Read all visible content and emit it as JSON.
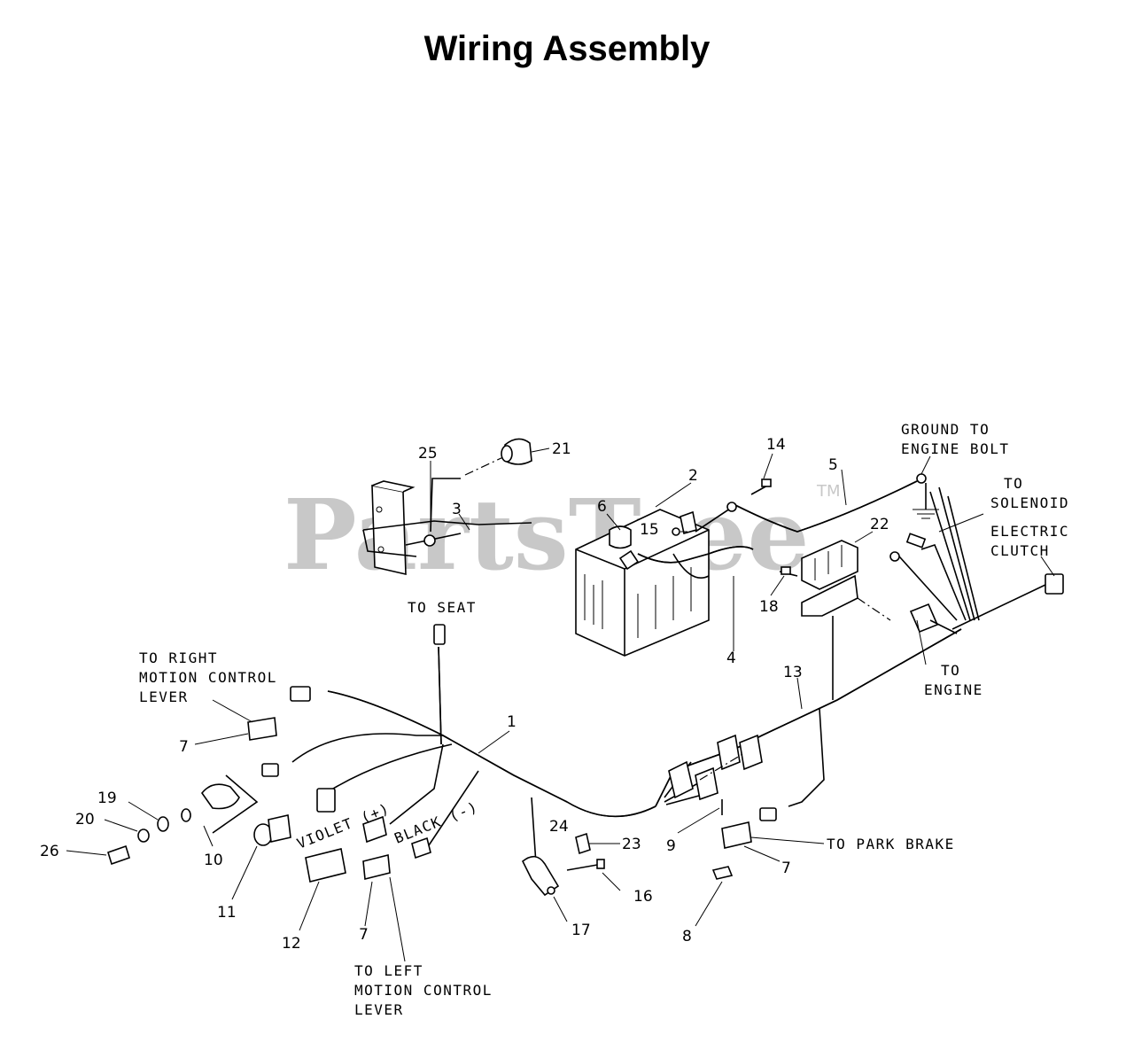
{
  "title": "Wiring Assembly",
  "watermark": {
    "text": "PartsTree",
    "tm": "TM"
  },
  "callouts": {
    "ground_to_engine_bolt": [
      "GROUND TO",
      "ENGINE BOLT"
    ],
    "to_solenoid": [
      "TO",
      "SOLENOID"
    ],
    "electric_clutch": [
      "ELECTRIC",
      "CLUTCH"
    ],
    "to_seat": "TO SEAT",
    "to_right_motion_control_lever": [
      "TO RIGHT",
      "MOTION CONTROL",
      "LEVER"
    ],
    "to_engine": [
      "TO",
      "ENGINE"
    ],
    "violet": "VIOLET (+)",
    "black": "BLACK (-)",
    "to_park_brake": "TO PARK BRAKE",
    "to_left_motion_control_lever": [
      "TO LEFT",
      "MOTION CONTROL",
      "LEVER"
    ]
  },
  "part_numbers": [
    "1",
    "2",
    "3",
    "4",
    "5",
    "6",
    "7",
    "7",
    "7",
    "8",
    "9",
    "10",
    "11",
    "12",
    "13",
    "14",
    "15",
    "16",
    "17",
    "18",
    "19",
    "20",
    "21",
    "22",
    "23",
    "24",
    "25",
    "26"
  ]
}
